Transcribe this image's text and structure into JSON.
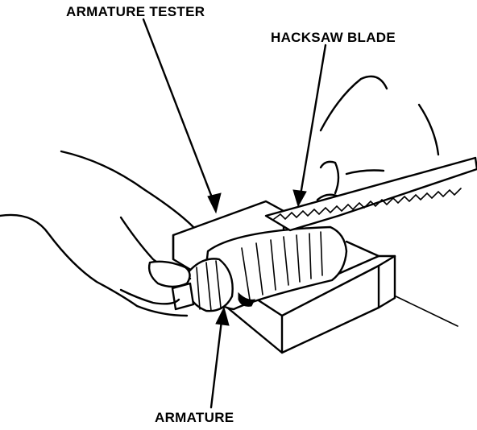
{
  "labels": {
    "armature_tester": "ARMATURE TESTER",
    "hacksaw_blade": "HACKSAW BLADE",
    "armature": "ARMATURE"
  },
  "colors": {
    "ink": "#000000",
    "background": "#ffffff"
  }
}
